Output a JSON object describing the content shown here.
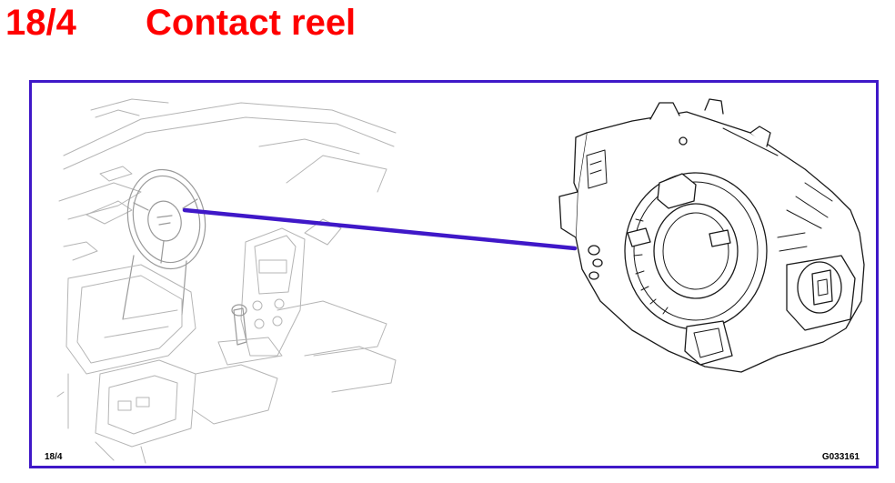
{
  "heading": {
    "ref": "18/4",
    "title": "Contact reel"
  },
  "figure": {
    "ref_label": "18/4",
    "code_label": "G033161"
  },
  "colors": {
    "heading": "#ff0000",
    "frame": "#3f18c8",
    "pointer": "#3f18c8"
  },
  "callout": {
    "from": "steering-wheel-hub",
    "to": "contact-reel"
  }
}
